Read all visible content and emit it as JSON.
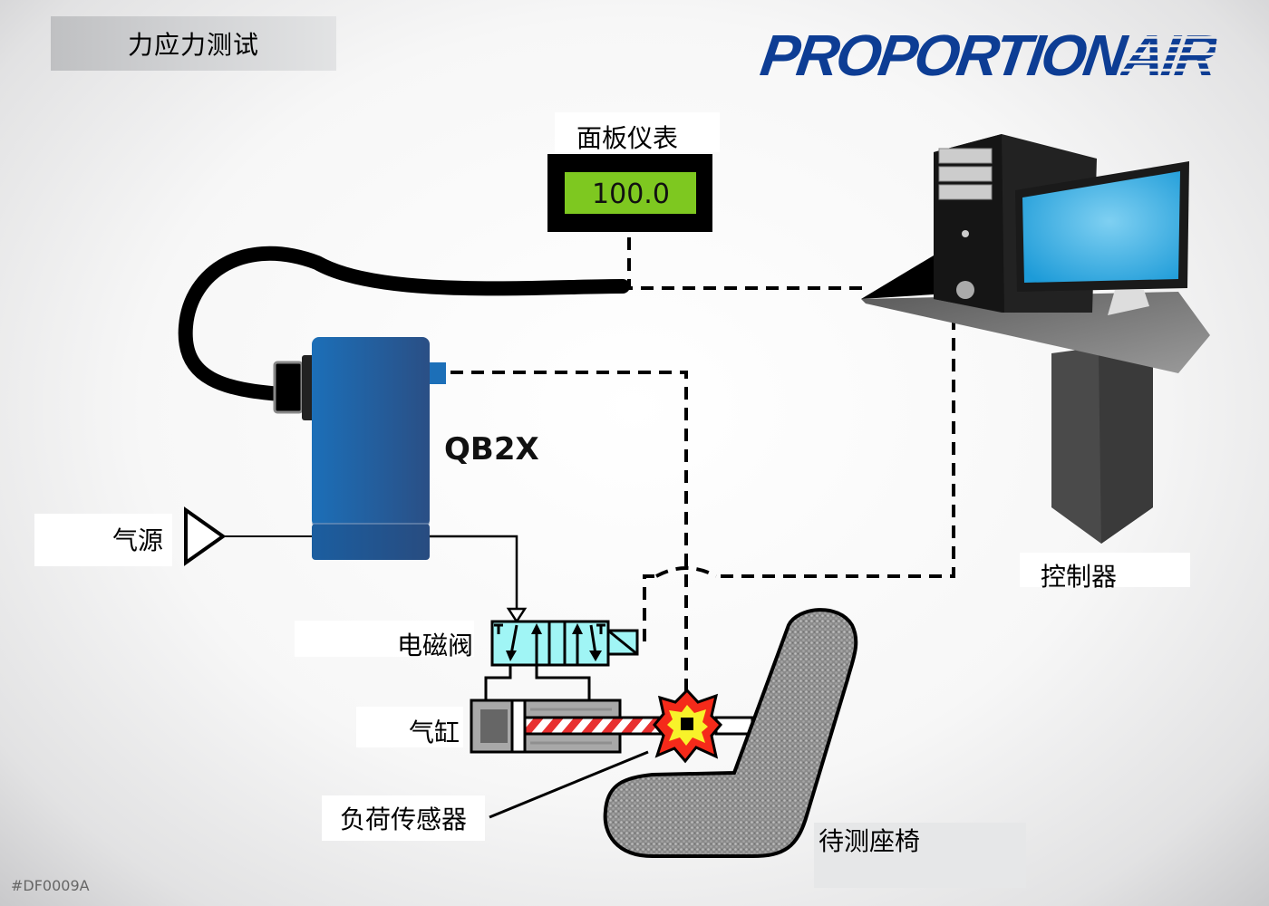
{
  "title": "力应力测试",
  "logo": {
    "main": "PROPORTION",
    "accent": "AIR",
    "color": "#0d3d94"
  },
  "document_code": "#DF0009A",
  "components": {
    "panel_meter": {
      "label": "面板仪表",
      "display_value": "100.0",
      "display_color": "#7ec820"
    },
    "regulator": {
      "label": "QB2X",
      "color": "#1f62a8"
    },
    "air_supply": {
      "label": "气源"
    },
    "solenoid_valve": {
      "label": "电磁阀",
      "color": "#a0f5f5"
    },
    "cylinder": {
      "label": "气缸"
    },
    "load_cell": {
      "label": "负荷传感器"
    },
    "test_seat": {
      "label": "待测座椅"
    },
    "controller": {
      "label": "控制器"
    }
  },
  "connections": [
    {
      "from": "panel_meter",
      "to": "controller",
      "type": "signal-dashed"
    },
    {
      "from": "regulator",
      "to": "load_cell",
      "type": "signal-dashed"
    },
    {
      "from": "controller",
      "to": "solenoid_valve",
      "type": "signal-dashed"
    },
    {
      "from": "air_supply",
      "to": "regulator",
      "type": "pneumatic-line"
    },
    {
      "from": "regulator",
      "to": "solenoid_valve",
      "type": "pneumatic-line"
    },
    {
      "from": "solenoid_valve",
      "to": "cylinder",
      "type": "pneumatic-line"
    },
    {
      "from": "regulator",
      "to": "panel_meter",
      "type": "cable"
    }
  ]
}
